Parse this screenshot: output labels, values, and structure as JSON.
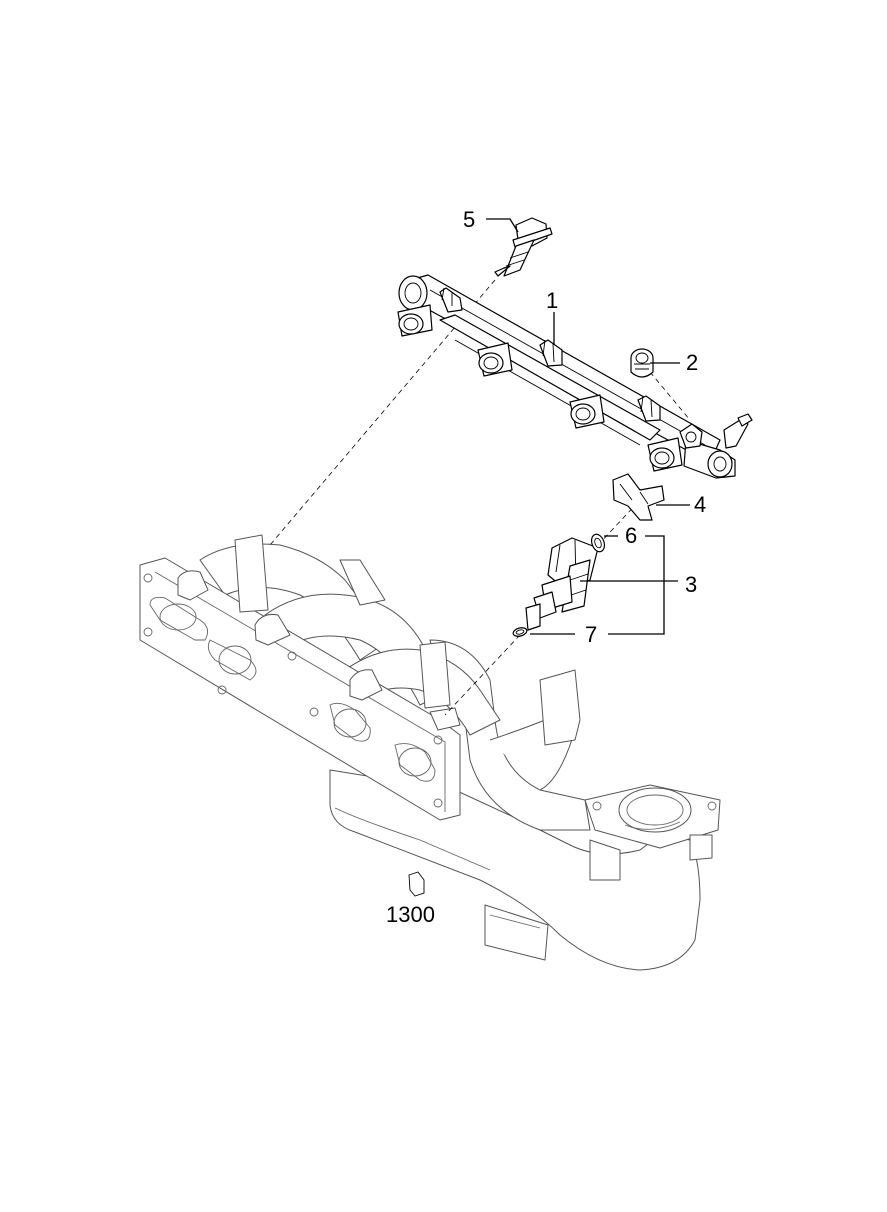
{
  "callouts": [
    {
      "id": "c1",
      "text": "1"
    },
    {
      "id": "c2",
      "text": "2"
    },
    {
      "id": "c3",
      "text": "3"
    },
    {
      "id": "c4",
      "text": "4"
    },
    {
      "id": "c5",
      "text": "5"
    },
    {
      "id": "c6",
      "text": "6"
    },
    {
      "id": "c7",
      "text": "7"
    },
    {
      "id": "c1300",
      "text": "1300"
    }
  ]
}
